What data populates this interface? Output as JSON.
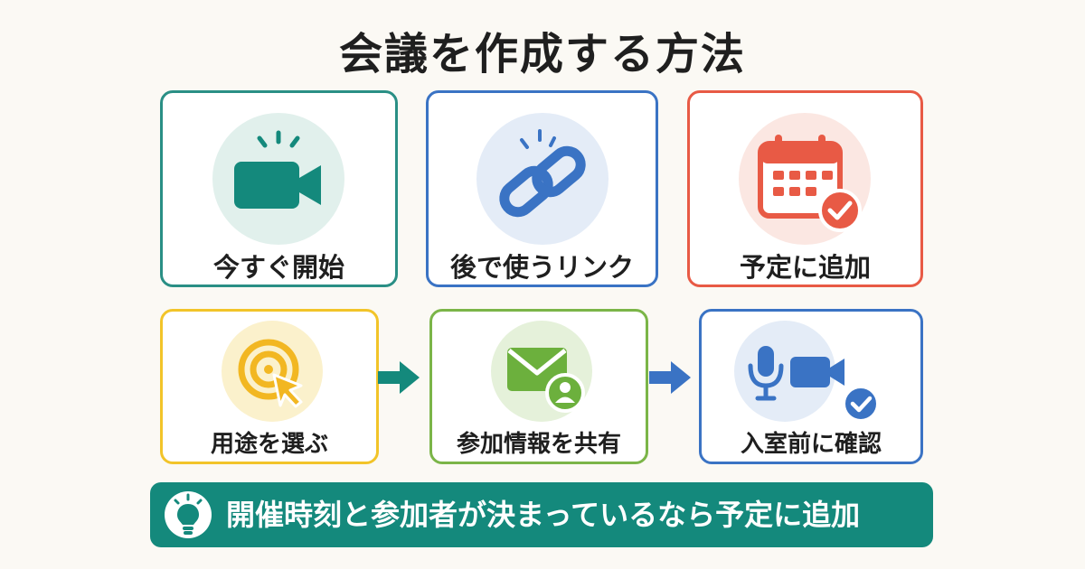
{
  "title": "会議を作成する方法",
  "options": [
    {
      "label": "今すぐ開始",
      "icon": "video-camera-icon",
      "color": "#14897c"
    },
    {
      "label": "後で使うリンク",
      "icon": "link-icon",
      "color": "#3a73c4"
    },
    {
      "label": "予定に追加",
      "icon": "calendar-check-icon",
      "color": "#e85a45"
    }
  ],
  "steps": [
    {
      "label": "用途を選ぶ",
      "icon": "target-cursor-icon",
      "color": "#f2c429"
    },
    {
      "label": "参加情報を共有",
      "icon": "mail-user-icon",
      "color": "#6cb03d"
    },
    {
      "label": "入室前に確認",
      "icon": "mic-camera-check-icon",
      "color": "#3a73c4"
    }
  ],
  "banner": {
    "text": "開催時刻と参加者が決まっているなら予定に追加",
    "icon": "lightbulb-icon",
    "color": "#14897c"
  }
}
